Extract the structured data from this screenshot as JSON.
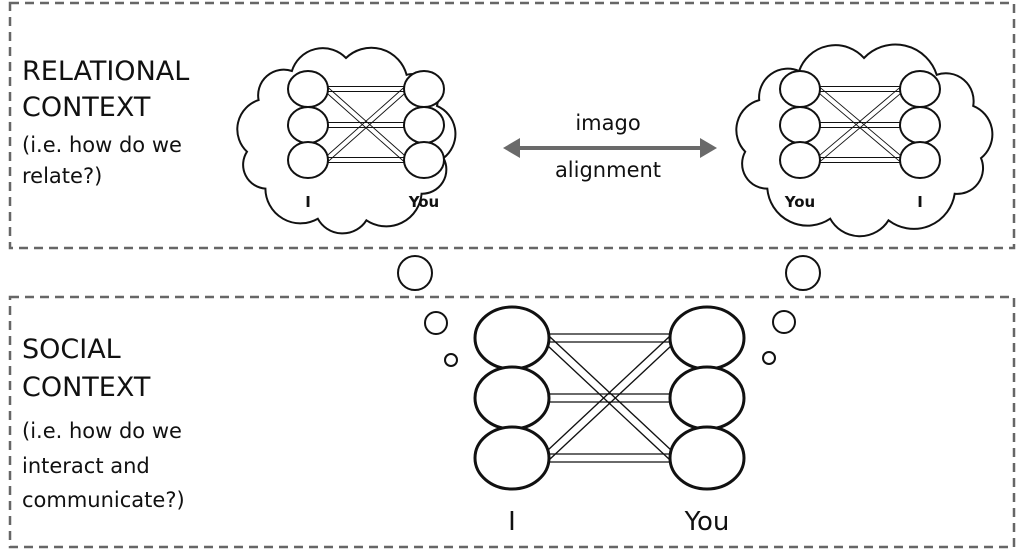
{
  "relational": {
    "title_lines": [
      "RELATIONAL",
      "CONTEXT"
    ],
    "subtitle_lines": [
      "(i.e. how do we",
      "relate?)"
    ]
  },
  "social": {
    "title_lines": [
      "SOCIAL",
      "CONTEXT"
    ],
    "subtitle_lines": [
      "(i.e. how do we",
      "interact and",
      "communicate?)"
    ]
  },
  "arrow": {
    "top_label": "imago",
    "bottom_label": "alignment"
  },
  "left_cloud": {
    "left_label": "I",
    "right_label": "You"
  },
  "right_cloud": {
    "left_label": "You",
    "right_label": "I"
  },
  "main_network": {
    "left_label": "I",
    "right_label": "You"
  },
  "colors": {
    "dash": "#666666",
    "arrow": "#6a6a6a",
    "stroke": "#111111"
  }
}
